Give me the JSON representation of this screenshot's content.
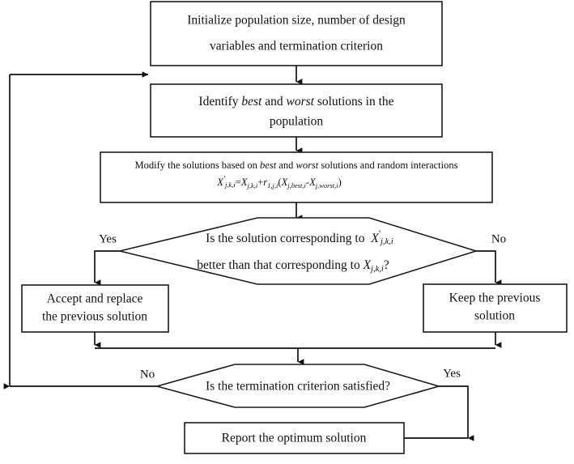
{
  "diagram": {
    "title": "TLBO / Jaya algorithm flowchart",
    "background_color": "#ffffff",
    "line_color": "#111111",
    "text_color": "#111111"
  },
  "nodes": {
    "initialize": {
      "type": "process",
      "line1": "Initialize population size, number of design",
      "line2": "variables and termination criterion"
    },
    "identify": {
      "type": "process",
      "line1_a": "Identify ",
      "line1_b": "best",
      "line1_c": " and ",
      "line1_d": "worst",
      "line1_e": " solutions in the",
      "line2": "population"
    },
    "modify": {
      "type": "process",
      "line1_a": "Modify the solutions based on ",
      "line1_b": "best",
      "line1_c": " and ",
      "line1_d": "worst",
      "line1_e": " solutions and random interactions",
      "formula": "X'_{j,k,i} = X_{j,k,i} + r_{1,j,i} (X_{j,best,i} - X_{j,worst,i})",
      "formula_parts": {
        "lhs_var": "X",
        "lhs_prime": "'",
        "lhs_sub": "j,k,i",
        "eq": "=",
        "t1_var": "X",
        "t1_sub": "j,k,i",
        "plus": "+",
        "r_var": "r",
        "r_sub": "1,j,i",
        "open": "(",
        "t2_var": "X",
        "t2_sub": "j,best,i",
        "minus": "-",
        "t3_var": "X",
        "t3_sub": "j,worst,i",
        "close": ")"
      }
    },
    "decision_better": {
      "type": "decision",
      "line1_a": "Is the solution corresponding to ",
      "line1_var": "X",
      "line1_prime": "'",
      "line1_sub": "j,k,i",
      "line2_a": "better than that corresponding to ",
      "line2_var": "X",
      "line2_sub": "j,k,i",
      "line2_q": "?"
    },
    "accept": {
      "type": "process",
      "line1": "Accept and replace",
      "line2": "the previous solution"
    },
    "keep": {
      "type": "process",
      "line1": "Keep the previous",
      "line2": "solution"
    },
    "decision_terminate": {
      "type": "decision",
      "line1": "Is the termination criterion satisfied?"
    },
    "report": {
      "type": "process",
      "line1": "Report the optimum solution"
    }
  },
  "edge_labels": {
    "better_yes": "Yes",
    "better_no": "No",
    "terminate_no": "No",
    "terminate_yes": "Yes"
  }
}
